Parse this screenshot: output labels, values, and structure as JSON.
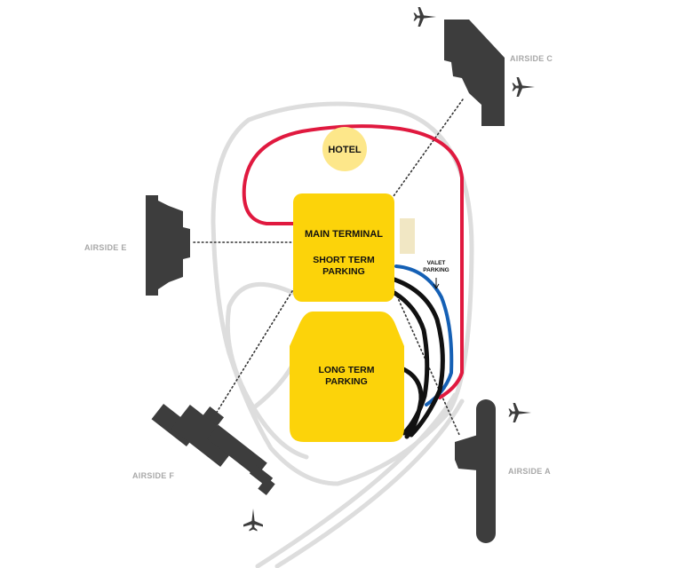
{
  "map": {
    "labels": {
      "hotel": "HOTEL",
      "main_terminal": "MAIN TERMINAL",
      "short_term_line1": "SHORT TERM",
      "short_term_line2": "PARKING",
      "long_term_line1": "LONG TERM",
      "long_term_line2": "PARKING",
      "valet_line1": "VALET",
      "valet_line2": "PARKING",
      "airside_a": "AIRSIDE A",
      "airside_c": "AIRSIDE C",
      "airside_e": "AIRSIDE E",
      "airside_f": "AIRSIDE F"
    },
    "colors": {
      "background": "#ffffff",
      "roads": "#dddddd",
      "terminal_yellow": "#fcd30a",
      "hotel_yellow": "#fde78a",
      "airside_building": "#3d3d3d",
      "route_red": "#e0193f",
      "route_blue": "#1560b5",
      "route_black": "#111111",
      "annex": "#f1e7c4",
      "label_grey": "#a8a8a8"
    },
    "icons": [
      "airplane-icon",
      "valet-arrow-icon"
    ]
  }
}
